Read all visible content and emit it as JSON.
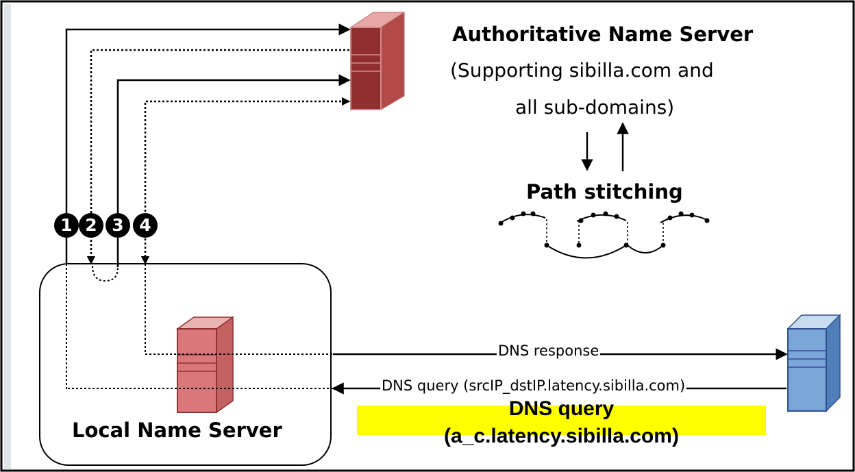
{
  "authoritative": {
    "title": "Authoritative Name Server",
    "subtitle_line1": "(Supporting sibilla.com and",
    "subtitle_line2": "all sub-domains)"
  },
  "path_stitching": {
    "label": "Path stitching"
  },
  "local_server": {
    "label": "Local Name Server"
  },
  "steps": [
    "1",
    "2",
    "3",
    "4"
  ],
  "messages": {
    "response": "DNS response",
    "query": "DNS query (srcIP_dstIP.latency.sibilla.com)"
  },
  "highlight": {
    "line1": "DNS query",
    "line2": "(a_c.latency.sibilla.com)",
    "color": "#ffff00"
  },
  "colors": {
    "auth_server": "#9b3a3a",
    "local_server": "#d9787a",
    "client_server": "#7aa6d8"
  }
}
